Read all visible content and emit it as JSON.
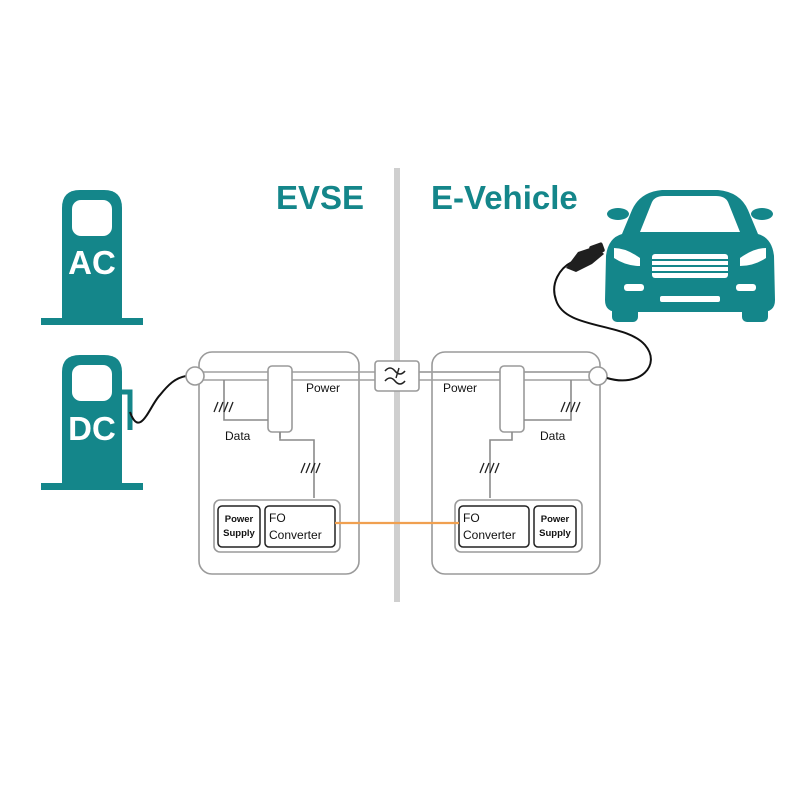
{
  "headings": {
    "evse": "EVSE",
    "vehicle": "E-Vehicle"
  },
  "pumps": {
    "ac": "AC",
    "dc": "DC"
  },
  "evse_module": {
    "power": "Power",
    "data": "Data",
    "power_supply": [
      "Power",
      "Supply"
    ],
    "fo_converter": [
      "FO",
      "Converter"
    ]
  },
  "vehicle_module": {
    "power": "Power",
    "data": "Data",
    "power_supply": [
      "Power",
      "Supply"
    ],
    "fo_converter": [
      "FO",
      "Converter"
    ]
  },
  "colors": {
    "teal": "#14868a",
    "fiber": "#f0a050",
    "divider": "#cfcfcf",
    "box_stroke": "#9a9a9a"
  }
}
